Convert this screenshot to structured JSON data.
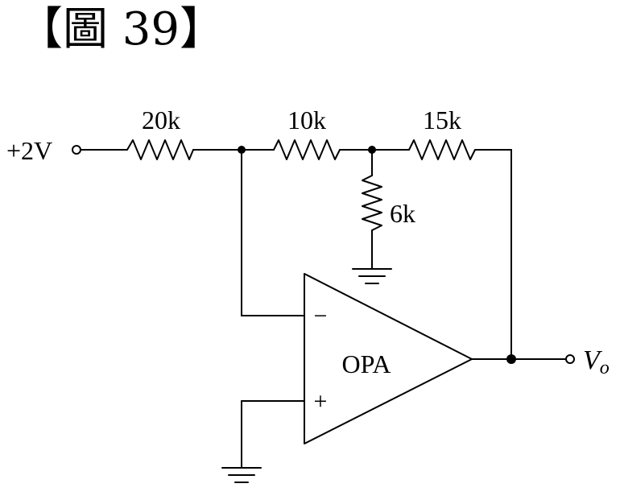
{
  "figure": {
    "title": "【圖 39】"
  },
  "circuit": {
    "input_label": "+2V",
    "r_input": "20k",
    "r_middle": "10k",
    "r_shunt": "6k",
    "r_output": "15k",
    "opamp_label": "OPA",
    "inverting_sign": "−",
    "noninverting_sign": "+",
    "output_label_main": "V",
    "output_label_sub": "o"
  }
}
